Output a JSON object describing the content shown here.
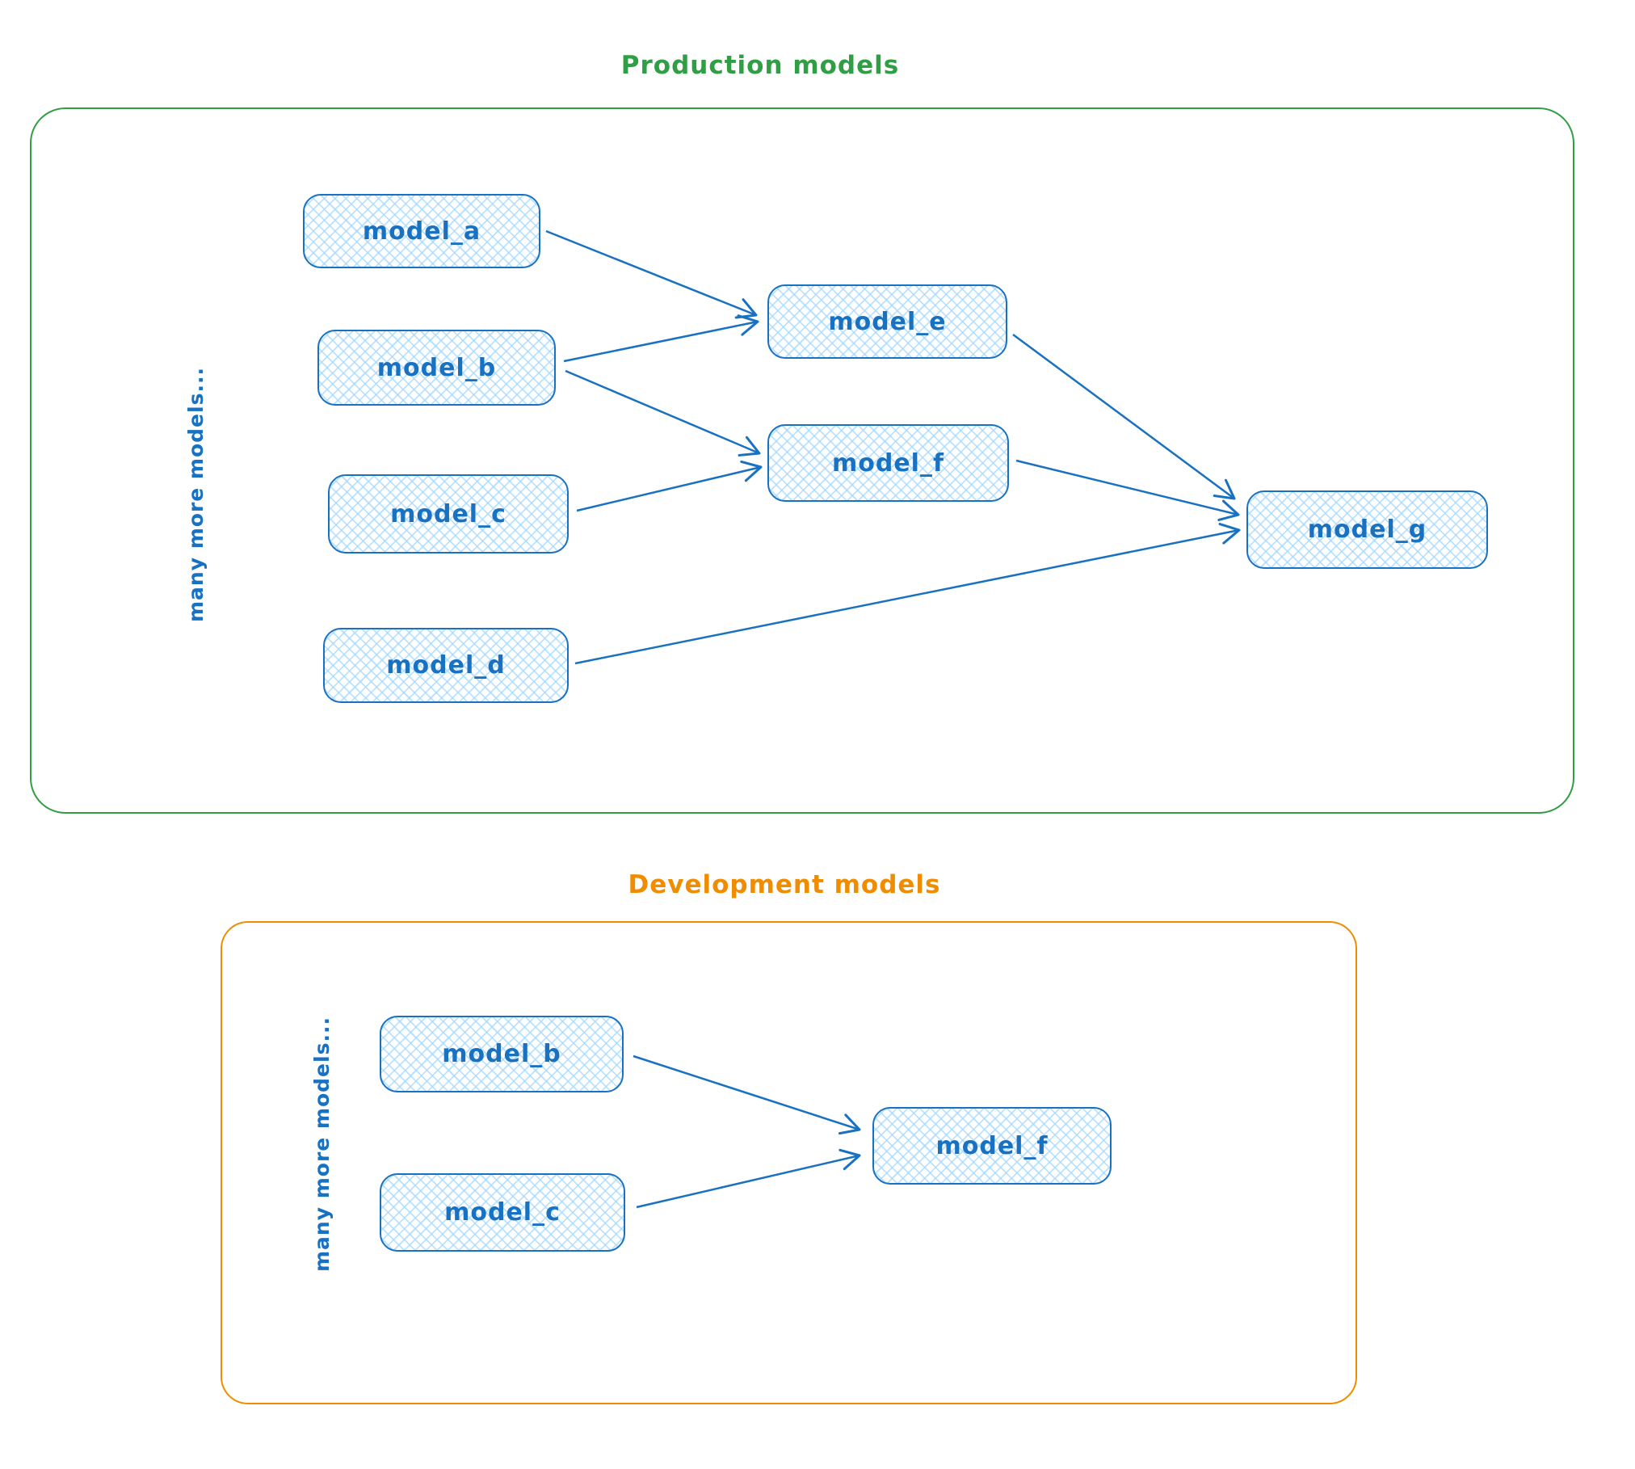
{
  "production": {
    "title": "Production models",
    "side_label": "many more models...",
    "nodes": [
      {
        "id": "model_a",
        "label": "model_a"
      },
      {
        "id": "model_b",
        "label": "model_b"
      },
      {
        "id": "model_c",
        "label": "model_c"
      },
      {
        "id": "model_d",
        "label": "model_d"
      },
      {
        "id": "model_e",
        "label": "model_e"
      },
      {
        "id": "model_f",
        "label": "model_f"
      },
      {
        "id": "model_g",
        "label": "model_g"
      }
    ],
    "edges": [
      {
        "from": "model_a",
        "to": "model_e"
      },
      {
        "from": "model_b",
        "to": "model_e"
      },
      {
        "from": "model_b",
        "to": "model_f"
      },
      {
        "from": "model_c",
        "to": "model_f"
      },
      {
        "from": "model_e",
        "to": "model_g"
      },
      {
        "from": "model_f",
        "to": "model_g"
      },
      {
        "from": "model_d",
        "to": "model_g"
      }
    ]
  },
  "development": {
    "title": "Development models",
    "side_label": "many more models...",
    "nodes": [
      {
        "id": "model_b",
        "label": "model_b"
      },
      {
        "id": "model_c",
        "label": "model_c"
      },
      {
        "id": "model_f",
        "label": "model_f"
      }
    ],
    "edges": [
      {
        "from": "model_b",
        "to": "model_f"
      },
      {
        "from": "model_c",
        "to": "model_f"
      }
    ]
  },
  "colors": {
    "node_stroke": "#1971c2",
    "node_fill": "#a5d8ff",
    "production_accent": "#2f9e44",
    "development_accent": "#f08c00"
  }
}
